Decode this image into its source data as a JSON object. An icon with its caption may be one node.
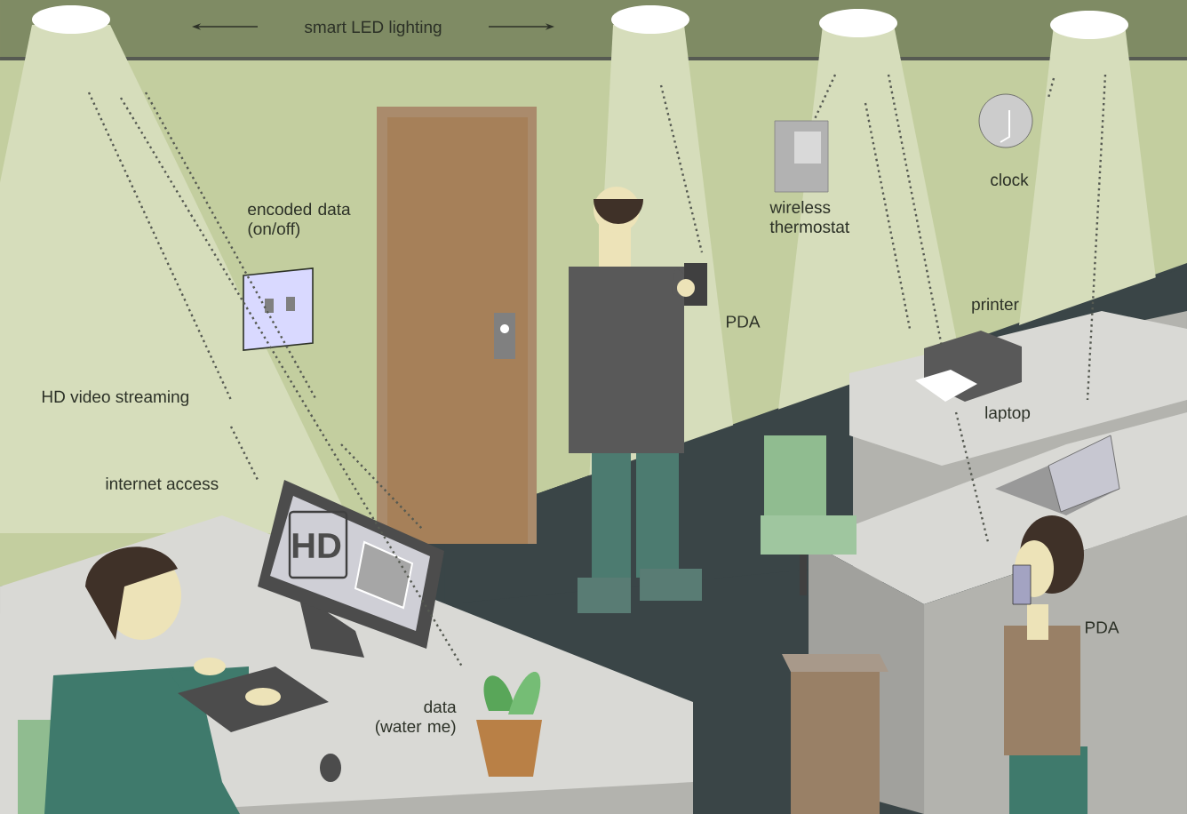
{
  "diagram": {
    "labels": [
      "smart LED lighting",
      "encoded data (on/off)",
      "wireless thermostat",
      "clock",
      "PDA",
      "printer",
      "HD video streaming",
      "laptop",
      "internet access",
      "HD",
      "PDA",
      "data (water me)"
    ]
  }
}
